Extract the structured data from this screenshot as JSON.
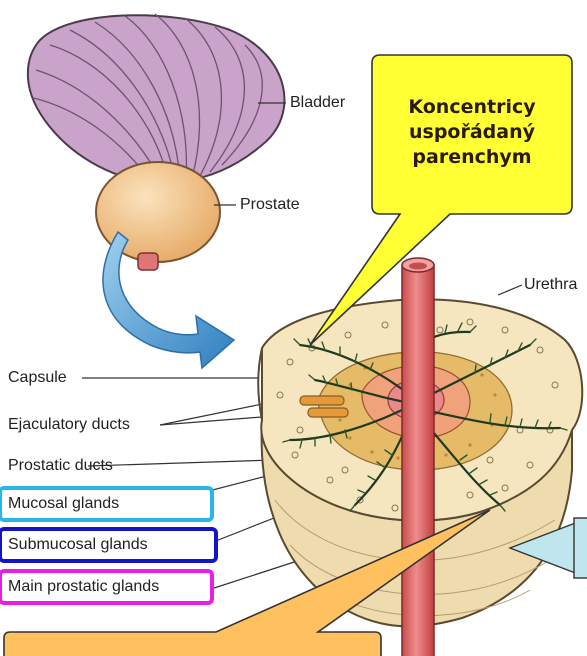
{
  "labels": {
    "bladder": "Bladder",
    "prostate": "Prostate",
    "urethra": "Urethra",
    "capsule": "Capsule",
    "ejaculatory_ducts": "Ejaculatory ducts",
    "prostatic_ducts": "Prostatic ducts",
    "mucosal_glands": "Mucosal glands",
    "submucosal_glands": "Submucosal glands",
    "main_prostatic_glands": "Main prostatic glands"
  },
  "callout": {
    "line1": "Koncentricy",
    "line2": "uspořádaný",
    "line3": "parenchym"
  },
  "colors": {
    "callout_yellow": "#ffff33",
    "callout_orange": "#ffc060",
    "callout_cyan": "#bfe6ec",
    "mucosal_border": "#29b6e8",
    "submucosal_border": "#1515c8",
    "main_border": "#e81ee8",
    "bladder": "#c9a3c9",
    "prostate": "#f2c48f",
    "urethra": "#e07575",
    "gland_body": "#f6e6bf",
    "gland_zone": "#e7b65f",
    "arrow": "#4a9fd2"
  }
}
